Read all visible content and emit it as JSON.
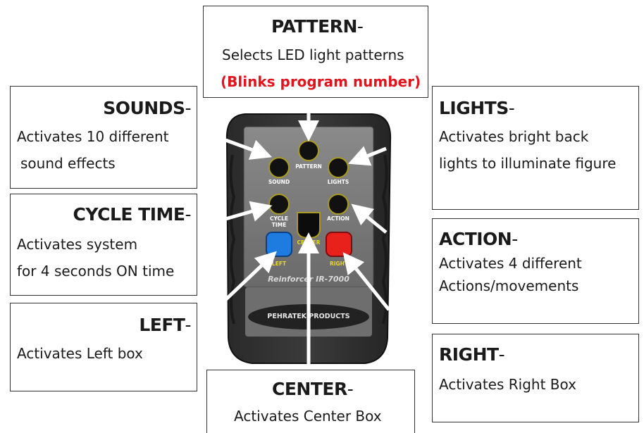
{
  "callouts": {
    "pattern": {
      "title": "PATTERN",
      "dash": "-",
      "line1": "Selects LED light patterns",
      "line2": "(Blinks program number)"
    },
    "sounds": {
      "title": "SOUNDS",
      "dash": "-",
      "line1": "Activates 10 different",
      "line2": "sound effects"
    },
    "lights": {
      "title": "LIGHTS",
      "dash": "-",
      "line1": "Activates bright back",
      "line2": "lights to illuminate figure"
    },
    "cycle": {
      "title": "CYCLE TIME",
      "dash": "-",
      "line1": "Activates system",
      "line2": "for 4 seconds ON time"
    },
    "action": {
      "title": "ACTION",
      "dash": "-",
      "line1": "Activates 4 different",
      "line2": "Actions/movements"
    },
    "left": {
      "title": "LEFT",
      "dash": "-",
      "line1": "Activates Left box"
    },
    "right": {
      "title": "RIGHT",
      "dash": "-",
      "line1": "Activates Right Box"
    },
    "center": {
      "title": "CENTER",
      "dash": "-",
      "line1": "Activates Center Box"
    }
  },
  "remote": {
    "labels": {
      "pattern": "PATTERN",
      "sound": "SOUND",
      "lights": "LIGHTS",
      "cycle": "CYCLE TIME",
      "action": "ACTION",
      "center": "CENTER",
      "left": "LEFT",
      "right": "RIGHT"
    },
    "model": "Reinforcer IR-7000",
    "brand": "PEHRATEK PRODUCTS"
  },
  "colors": {
    "highlight": "#e0141a",
    "left_button": "#1e7be0",
    "right_button": "#e8211c",
    "label_yellow": "#e8d820"
  }
}
